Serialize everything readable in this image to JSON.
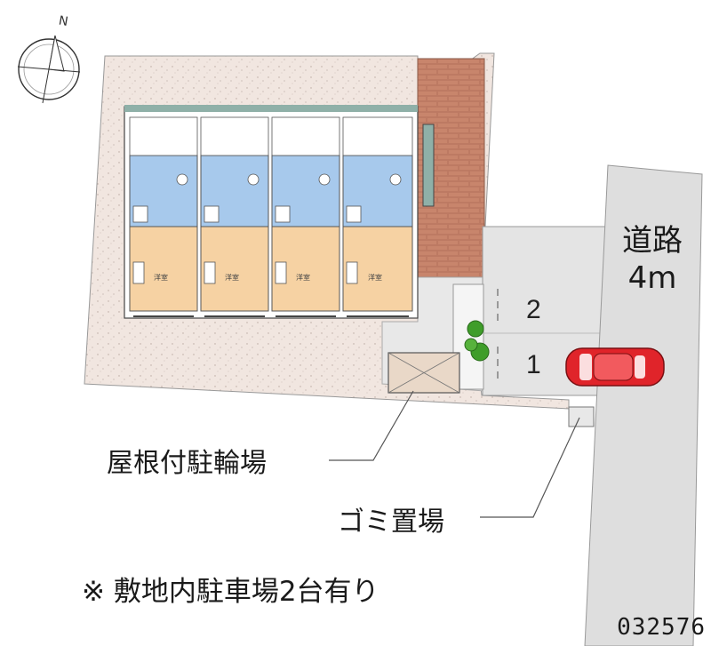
{
  "compass_letter": "N",
  "road": {
    "line1": "道路",
    "line2": "4m"
  },
  "parking_slots": [
    "2",
    "1"
  ],
  "unit_label": "洋室",
  "units_count": 4,
  "callouts": {
    "bicycle": "屋根付駐輪場",
    "garbage": "ゴミ置場"
  },
  "note": "※ 敷地内駐車場2台有り",
  "property_code": "032576",
  "colors": {
    "ground": "#f1e6e0",
    "bathroom": "#a7c9ec",
    "room": "#f6d2a3",
    "brick": "#bd7a63",
    "paving": "#e4e4e4",
    "road": "#dedede",
    "car": "#e0242a",
    "tree": "#3f9d2a"
  }
}
